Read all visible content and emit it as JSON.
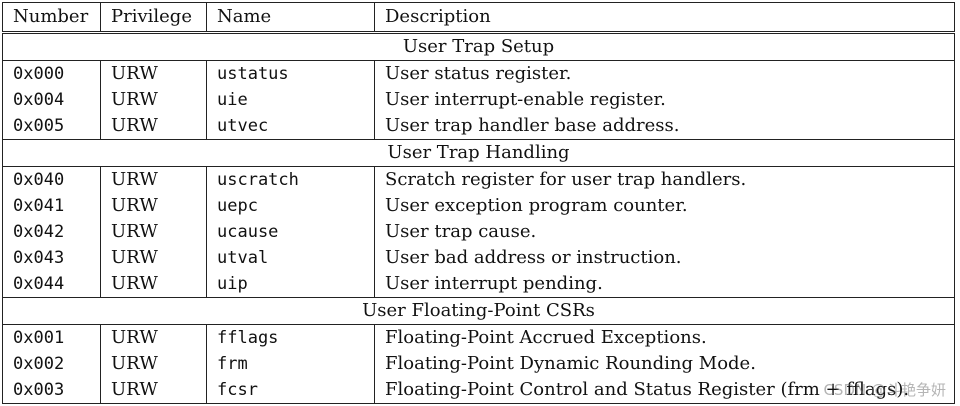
{
  "table": {
    "headers": {
      "number": "Number",
      "privilege": "Privilege",
      "name": "Name",
      "description": "Description"
    },
    "sections": [
      {
        "title": "User Trap Setup",
        "rows": [
          {
            "number": "0x000",
            "privilege": "URW",
            "name": "ustatus",
            "description": "User status register."
          },
          {
            "number": "0x004",
            "privilege": "URW",
            "name": "uie",
            "description": "User interrupt-enable register."
          },
          {
            "number": "0x005",
            "privilege": "URW",
            "name": "utvec",
            "description": "User trap handler base address."
          }
        ]
      },
      {
        "title": "User Trap Handling",
        "rows": [
          {
            "number": "0x040",
            "privilege": "URW",
            "name": "uscratch",
            "description": "Scratch register for user trap handlers."
          },
          {
            "number": "0x041",
            "privilege": "URW",
            "name": "uepc",
            "description": "User exception program counter."
          },
          {
            "number": "0x042",
            "privilege": "URW",
            "name": "ucause",
            "description": "User trap cause."
          },
          {
            "number": "0x043",
            "privilege": "URW",
            "name": "utval",
            "description": "User bad address or instruction."
          },
          {
            "number": "0x044",
            "privilege": "URW",
            "name": "uip",
            "description": "User interrupt pending."
          }
        ]
      },
      {
        "title": "User Floating-Point CSRs",
        "rows": [
          {
            "number": "0x001",
            "privilege": "URW",
            "name": "fflags",
            "description": "Floating-Point Accrued Exceptions."
          },
          {
            "number": "0x002",
            "privilege": "URW",
            "name": "frm",
            "description": "Floating-Point Dynamic Rounding Mode."
          },
          {
            "number": "0x003",
            "privilege": "URW",
            "name": "fcsr",
            "description": "Floating-Point Control and Status Register (frm + fflags)."
          }
        ]
      }
    ]
  },
  "watermark": "CSDN @斗艳争妍"
}
